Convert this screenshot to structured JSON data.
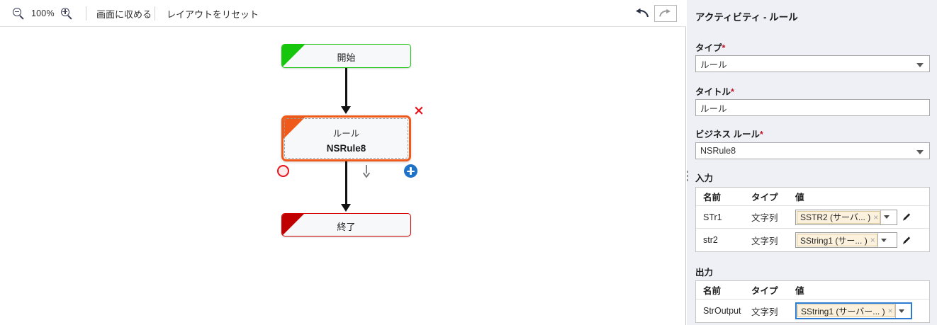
{
  "toolbar": {
    "zoom_out_icon": "zoom-out-magnifier-icon",
    "zoom_level": "100%",
    "zoom_in_icon": "zoom-in-magnifier-icon",
    "fit_to_screen_label": "画面に収める",
    "reset_layout_label": "レイアウトをリセット",
    "undo_icon": "undo-arrow-icon",
    "redo_icon": "redo-arrow-icon"
  },
  "canvas": {
    "nodes": [
      {
        "id": "start",
        "label": "開始",
        "sublabel": "",
        "corner_color": "#16c60c",
        "border_color": "#16c60c"
      },
      {
        "id": "rule",
        "label": "ルール",
        "sublabel": "NSRule8",
        "corner_color": "#ef5a1a",
        "border_color": "#ef5a1a"
      },
      {
        "id": "end",
        "label": "終了",
        "sublabel": "",
        "corner_color": "#c00000",
        "border_color": "#d40000"
      }
    ],
    "handles": {
      "delete_label": "×",
      "delete_color": "#e8131a",
      "circle_handle_name": "connector-circle-handle",
      "down_arrow_name": "connector-down-arrow",
      "add_label": "+",
      "add_color": "#1e73c8"
    }
  },
  "panel": {
    "title": "アクティビティ - ルール",
    "required_marker": "*",
    "fields": [
      {
        "label": "タイプ",
        "required": true,
        "control": "select",
        "value": "ルール"
      },
      {
        "label": "タイトル",
        "required": true,
        "control": "input",
        "value": "ルール"
      },
      {
        "label": "ビジネス ルール",
        "required": true,
        "control": "select",
        "value": "NSRule8"
      }
    ],
    "input_section": {
      "title": "入力",
      "columns": [
        "名前",
        "タイプ",
        "値"
      ],
      "rows": [
        {
          "name": "STr1",
          "type": "文字列",
          "value": "SSTR2 (サーバ...  )",
          "chip_close": "×",
          "has_edit": true,
          "focused": false
        },
        {
          "name": "str2",
          "type": "文字列",
          "value": "SString1 (サー...  )",
          "chip_close": "×",
          "has_edit": true,
          "focused": false
        }
      ]
    },
    "output_section": {
      "title": "出力",
      "columns": [
        "名前",
        "タイプ",
        "値"
      ],
      "rows": [
        {
          "name": "StrOutput",
          "type": "文字列",
          "value": "SString1 (サーバー... )",
          "chip_close": "×",
          "has_edit": false,
          "focused": true
        }
      ]
    }
  }
}
